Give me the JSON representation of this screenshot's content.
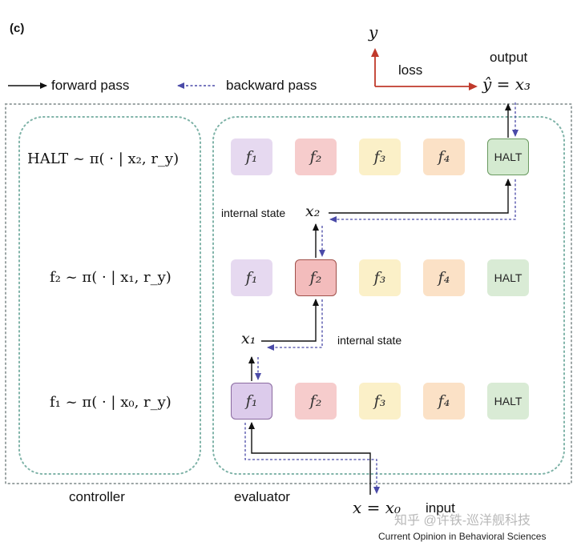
{
  "panel_label": "(c)",
  "legend": {
    "forward": "forward pass",
    "backward": "backward pass"
  },
  "top": {
    "y": "y",
    "loss": "loss",
    "output": "output",
    "yhat": "ŷ = x₃"
  },
  "rows": [
    {
      "policy": "HALT ~ π( · | x₂, r_y)"
    },
    {
      "policy": "f₂ ~ π( · | x₁, r_y)"
    },
    {
      "policy": "f₁ ~ π( · | x₀, r_y)"
    }
  ],
  "modules": {
    "f1": "f₁",
    "f2": "f₂",
    "f3": "f₃",
    "f4": "f₄",
    "halt": "HALT"
  },
  "states": {
    "x2_label": "internal state",
    "x2": "x₂",
    "x1": "x₁",
    "x1_label": "internal state"
  },
  "bottom": {
    "controller": "controller",
    "evaluator": "evaluator",
    "input_eq": "x = x₀",
    "input": "input"
  },
  "watermark": "知乎 @许铁-巡洋舰科技",
  "source": "Current Opinion in Behavioral Sciences",
  "colors": {
    "forward_arrow": "#111111",
    "backward_arrow": "#4a4aa8",
    "loss_arrow": "#c0392b",
    "outer_dotted": "#9aa3a3",
    "inner_dotted": "#7fb3a8",
    "f1": "#e6d9f0",
    "f2": "#f6cccc",
    "f3": "#fbf0c8",
    "f4": "#fbe1c6",
    "halt": "#d9ebd5"
  }
}
